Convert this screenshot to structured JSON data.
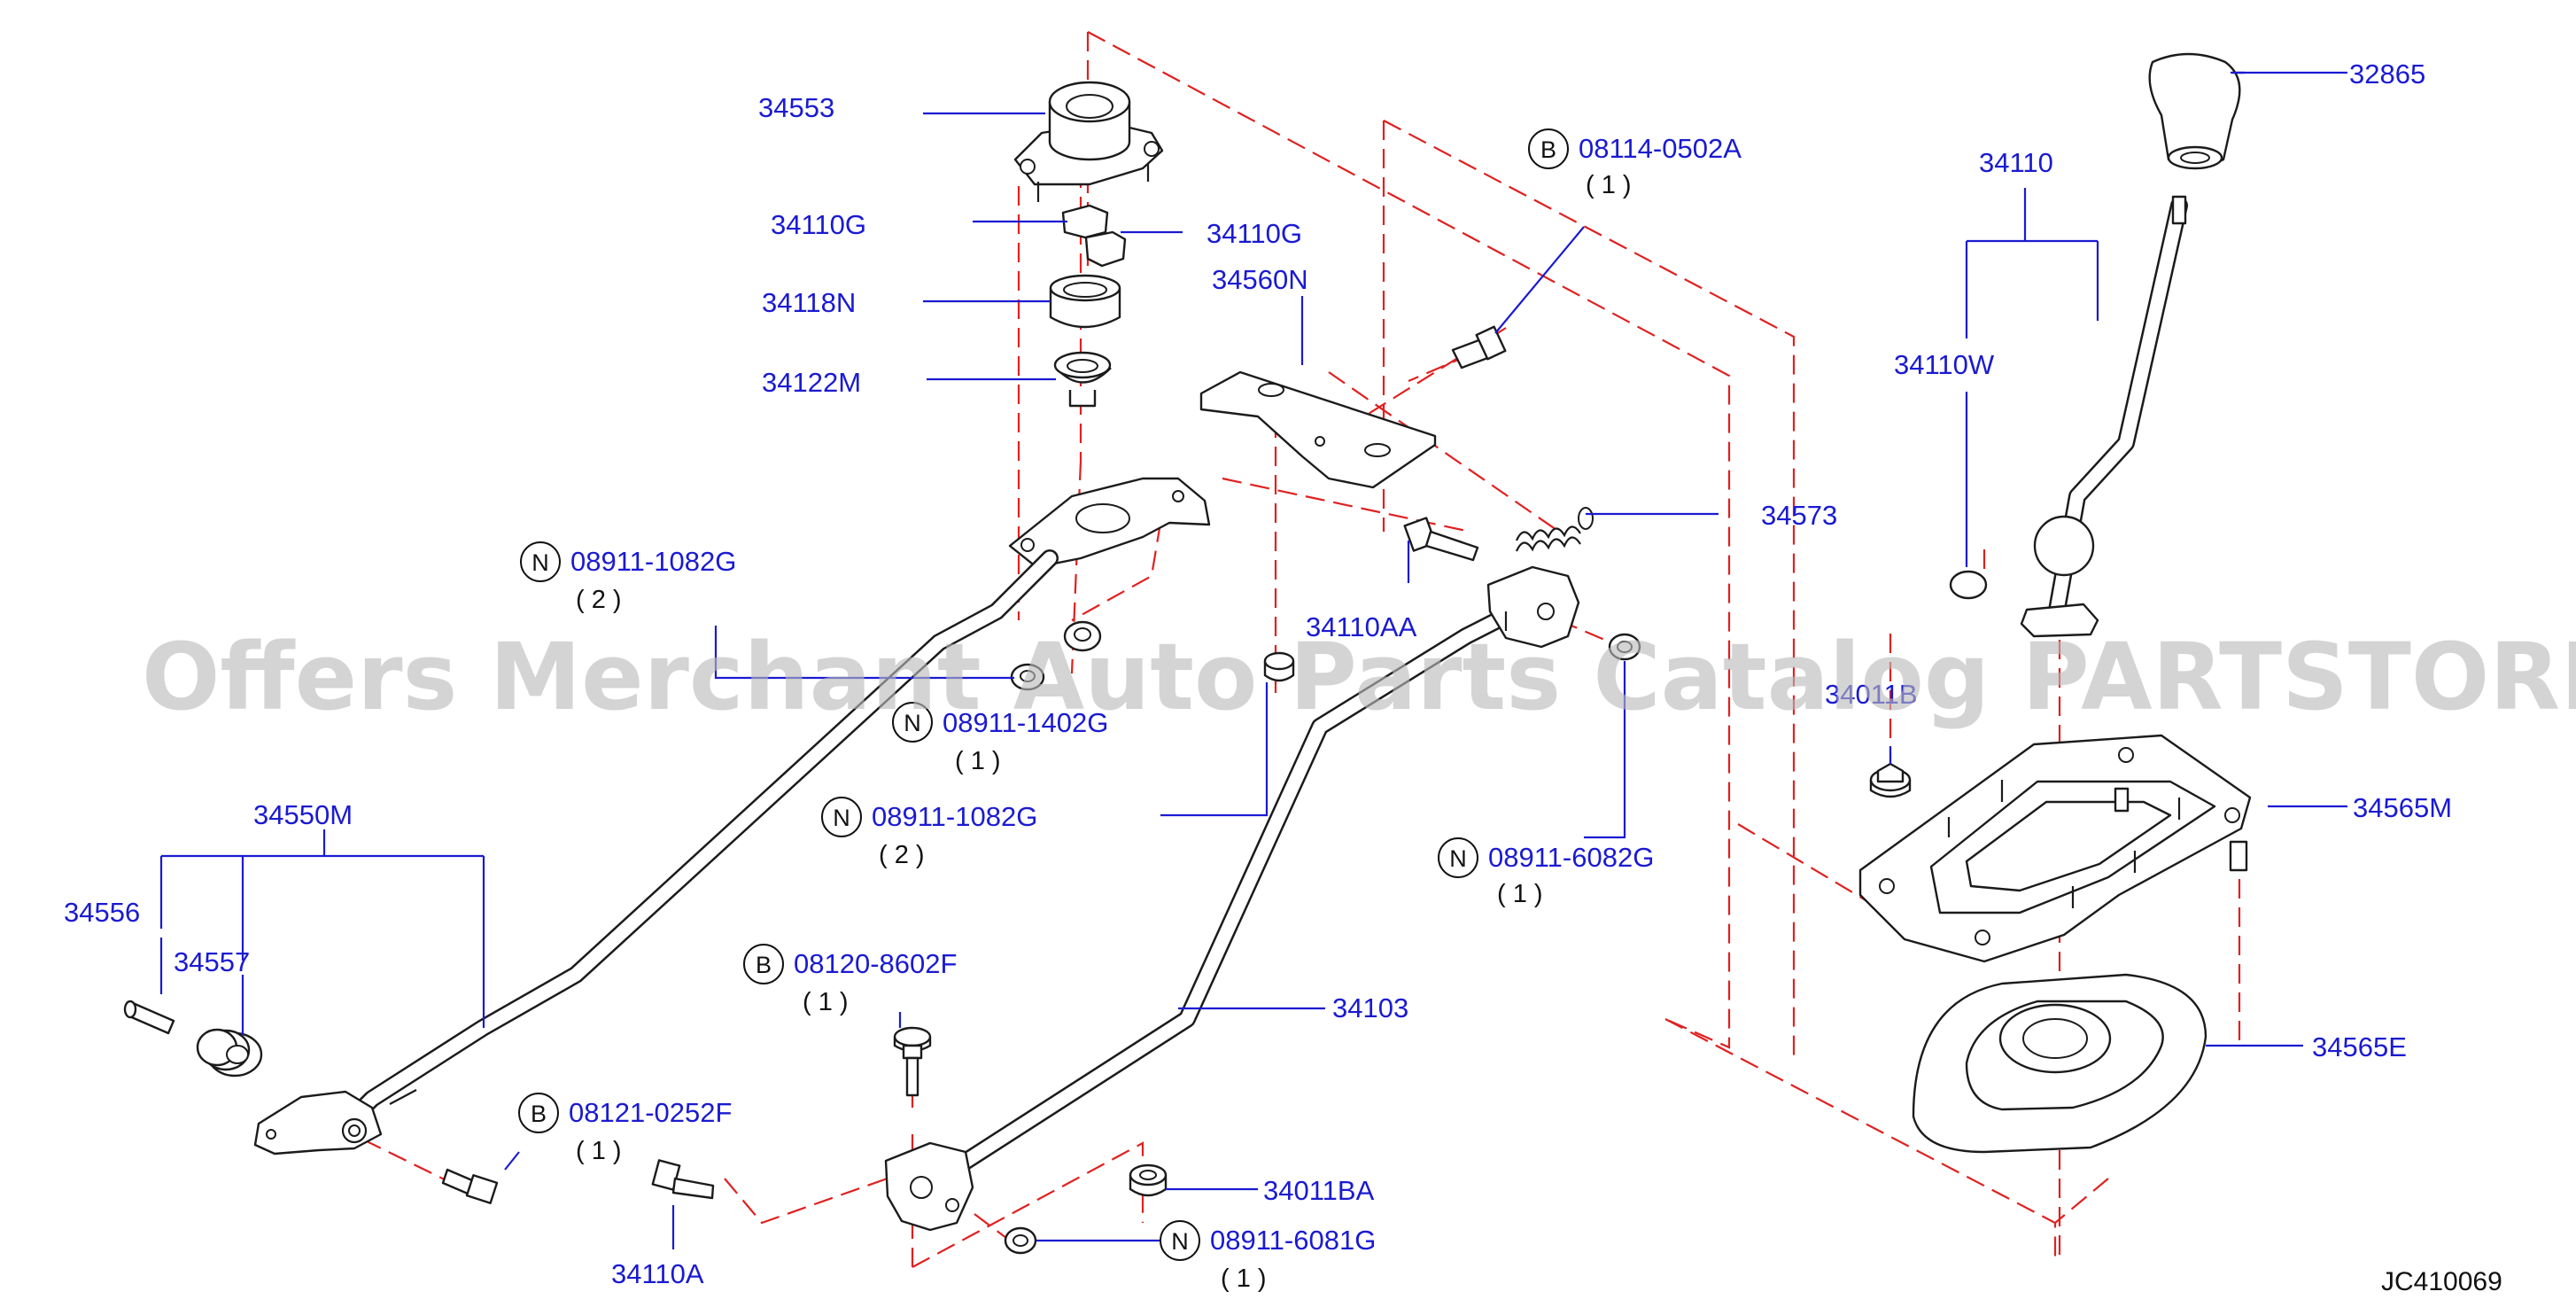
{
  "labels": {
    "p34553": "34553",
    "p34110G_a": "34110G",
    "p34110G_b": "34110G",
    "p34118N": "34118N",
    "p34122M": "34122M",
    "p34560N": "34560N",
    "p08114": "08114-0502A",
    "p08114_qty": "( 1 )",
    "p32865": "32865",
    "p34110": "34110",
    "p34110W": "34110W",
    "p34573": "34573",
    "p08911_1082G_a": "08911-1082G",
    "p08911_1082G_a_qty": "( 2 )",
    "p34110AA": "34110AA",
    "p08911_1402G": "08911-1402G",
    "p08911_1402G_qty": "( 1 )",
    "p34011B": "34011B",
    "p08911_1082G_b": "08911-1082G",
    "p08911_1082G_b_qty": "( 2 )",
    "p34550M": "34550M",
    "p34565M": "34565M",
    "p34556": "34556",
    "p08911_6082G": "08911-6082G",
    "p08911_6082G_qty": "( 1 )",
    "p34557": "34557",
    "p08120": "08120-8602F",
    "p08120_qty": "( 1 )",
    "p34103": "34103",
    "p34565E": "34565E",
    "p08121": "08121-0252F",
    "p08121_qty": "( 1 )",
    "p34011BA": "34011BA",
    "p08911_6081G": "08911-6081G",
    "p08911_6081G_qty": "( 1 )",
    "p34110A": "34110A"
  },
  "symbols": {
    "bolt_letter": "B",
    "nut_letter": "N"
  },
  "diagram_code": "JC410069",
  "watermark": "Offers Merchant Auto Parts Catalog PARTSTORE.SA",
  "colors": {
    "label": "#1a1ad2",
    "phantom_line": "#e02020",
    "part_outline": "#1b1b1b",
    "watermark": "#b9b9b9"
  }
}
